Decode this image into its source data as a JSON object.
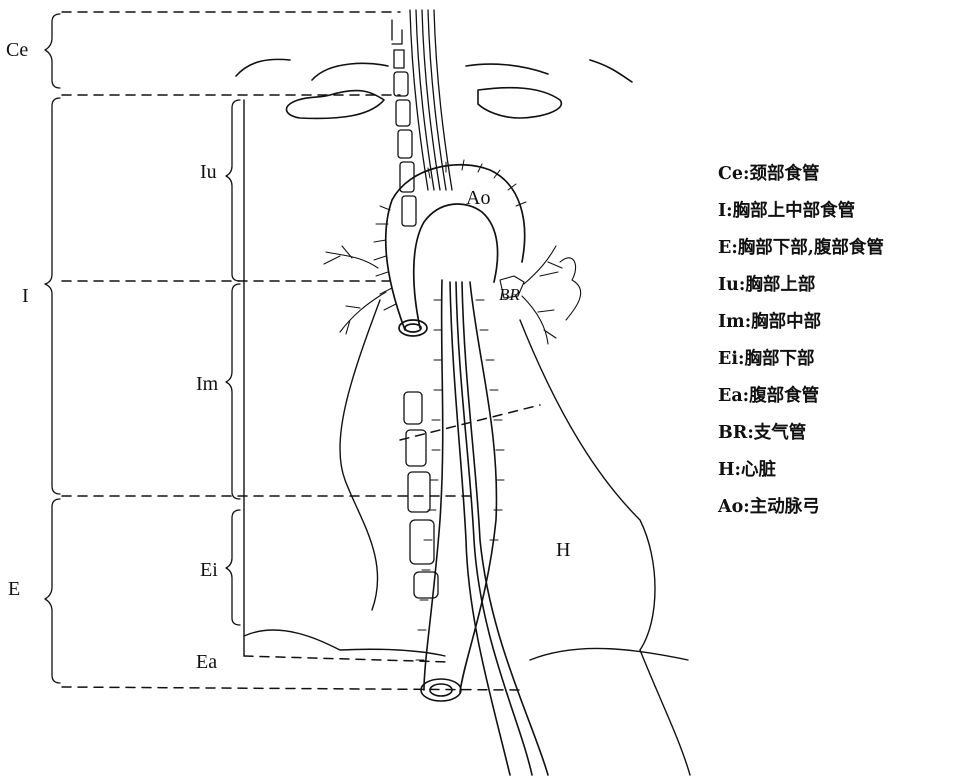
{
  "segments": {
    "ce": "Ce",
    "i": "I",
    "e": "E",
    "iu": "Iu",
    "im": "Im",
    "ei": "Ei",
    "ea": "Ea"
  },
  "figure_labels": {
    "aorta": "Ao",
    "bronchus": "BR",
    "heart": "H"
  },
  "legend": [
    {
      "text": "Ce:颈部食管"
    },
    {
      "text": "I:胸部上中部食管"
    },
    {
      "text": "E:胸部下部,腹部食管"
    },
    {
      "text": "Iu:胸部上部"
    },
    {
      "text": "Im:胸部中部"
    },
    {
      "text": "Ei:胸部下部"
    },
    {
      "text": "Ea:腹部食管"
    },
    {
      "text": "BR:支气管"
    },
    {
      "text": "H:心脏"
    },
    {
      "text": "Ao:主动脉弓"
    }
  ]
}
